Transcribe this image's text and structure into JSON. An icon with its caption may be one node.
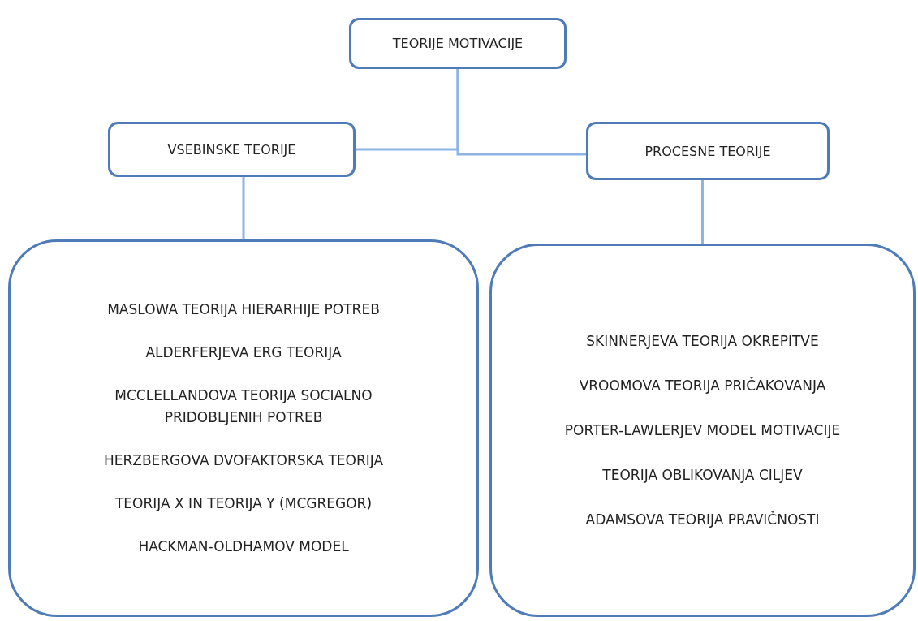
{
  "diagram": {
    "nodes": [
      {
        "text": [
          "TEORIJE MOTIVACIJE"
        ]
      },
      {
        "text": [
          "VSEBINSKE TEORIJE"
        ]
      },
      {
        "text": [
          "PROCESNE TEORIJE"
        ]
      },
      {
        "text": [
          "MASLOWA TEORIJA HIERARHIJE POTREB",
          "ALDERFERJEVA ERG TEORIJA",
          "MCCLELLANDOVA TEORIJA SOCIALNO PRIDOBLJENIH POTREB",
          "HERZBERGOVA DVOFAKTORSKA TEORIJA",
          "TEORIJA X IN TEORIJA Y (MCGREGOR)",
          "HACKMAN-OLDHAMOV MODEL"
        ]
      },
      {
        "text": [
          "SKINNERJEVA TEORIJA OKREPITVE",
          "VROOMOVA TEORIJA PRIČAKOVANJA",
          "PORTER-LAWLERJEV MODEL MOTIVACIJE",
          "TEORIJA OBLIKOVANJA CILJEV",
          "ADAMSOVA TEORIJA PRAVIČNOSTI"
        ]
      }
    ],
    "edges": [
      {
        "from": 0,
        "to": 1,
        "arrow": "none"
      },
      {
        "from": 0,
        "to": 2,
        "arrow": "none"
      },
      {
        "from": 1,
        "to": 3,
        "arrow": "none"
      },
      {
        "from": 2,
        "to": 4,
        "arrow": "none"
      }
    ]
  }
}
